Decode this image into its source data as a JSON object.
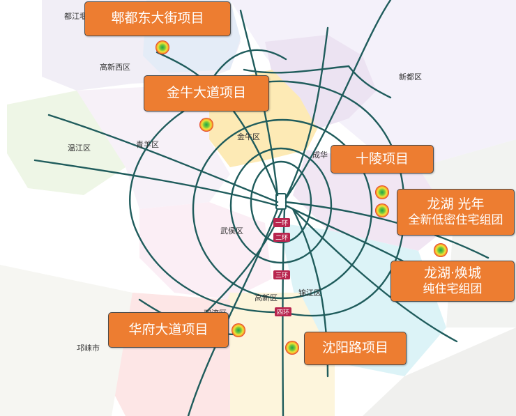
{
  "districts": {
    "dujiang": "都江堰",
    "gaoxin_west": "高新西区",
    "xindu": "新都区",
    "wenjiang": "温江区",
    "qingyang": "青羊区",
    "jinniu": "金牛区",
    "chenghua": "成华",
    "wuhou": "武侯区",
    "gaoxin": "高新区",
    "jinjiang": "锦江区",
    "shuangliu": "双流区",
    "qionglai": "邛崃市"
  },
  "ring_roads": {
    "ring1": "一环",
    "ring2": "二环",
    "ring3": "三环",
    "ring4": "四环"
  },
  "projects": {
    "pidu": {
      "label": "郫都东大街项目"
    },
    "jinniu": {
      "label": "金牛大道项目"
    },
    "shiling": {
      "label": "十陵项目"
    },
    "longhu_guangnian": {
      "line1": "龙湖 光年",
      "line2": "全新低密住宅组团"
    },
    "longhu_huancheng": {
      "line1": "龙湖·焕城",
      "line2": "纯住宅组团"
    },
    "huafu": {
      "label": "华府大道项目"
    },
    "shenyang": {
      "label": "沈阳路项目"
    }
  },
  "colors": {
    "callout_fill": "#ED7D31",
    "road": "#1F5C5C",
    "ring_marker": "#B8254E"
  }
}
